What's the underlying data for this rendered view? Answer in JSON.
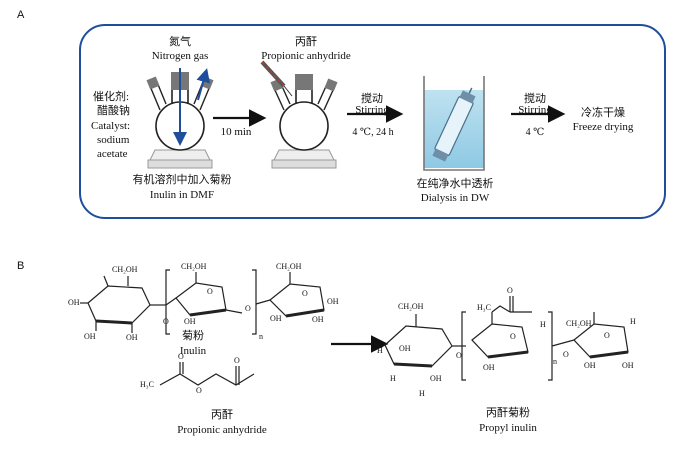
{
  "panel_a": {
    "label": "A",
    "gas_cn": "氮气",
    "gas_en": "Nitrogen gas",
    "catalyst_cn_1": "催化剂:",
    "catalyst_cn_2": "醋酸钠",
    "catalyst_en_1": "Catalyst:",
    "catalyst_en_2": "sodium",
    "catalyst_en_3": "acetate",
    "step1_time": "10 min",
    "flask1_cn": "有机溶剂中加入菊粉",
    "flask1_en": "Inulin in DMF",
    "reagent_cn": "丙酐",
    "reagent_en": "Propionic anhydride",
    "stir1_cn": "搅动",
    "stir1_en": "Stirring",
    "stir1_cond": "4 ℃, 24 h",
    "dialysis_cn": "在纯净水中透析",
    "dialysis_en": "Dialysis in DW",
    "stir2_cn": "搅动",
    "stir2_en": "Stirring",
    "stir2_cond": "4 ℃",
    "freeze_cn": "冷冻干燥",
    "freeze_en": "Freeze drying"
  },
  "panel_b": {
    "label": "B",
    "inulin_cn": "菊粉",
    "inulin_en": "Inulin",
    "anhydride_cn": "丙酐",
    "anhydride_en": "Propionic anhydride",
    "product_cn": "丙酐菊粉",
    "product_en": "Propyl inulin",
    "ch2oh": "CH₂OH",
    "oh": "OH",
    "o": "O",
    "h": "H",
    "n": "n",
    "h3c": "H₃C"
  }
}
